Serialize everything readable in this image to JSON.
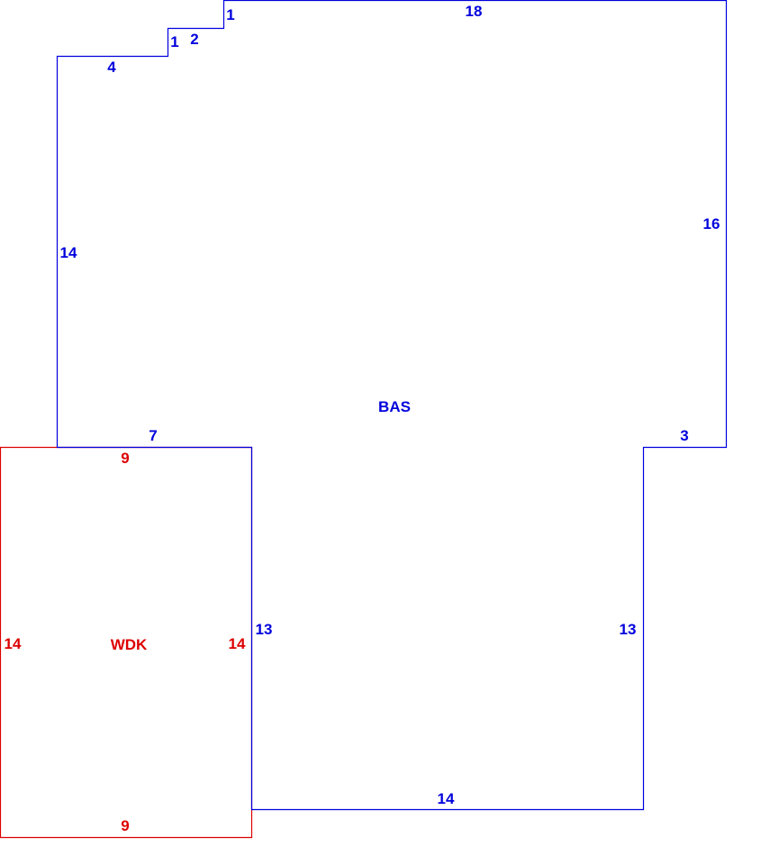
{
  "colors": {
    "bas": "#0000dd",
    "wdk": "#dd0000"
  },
  "areas": [
    {
      "code": "BAS",
      "dimensions": [
        "18",
        "16",
        "3",
        "13",
        "14",
        "13",
        "7",
        "14",
        "4",
        "1",
        "2",
        "1"
      ]
    },
    {
      "code": "WDK",
      "dimensions": [
        "9",
        "14",
        "14",
        "9"
      ]
    }
  ]
}
